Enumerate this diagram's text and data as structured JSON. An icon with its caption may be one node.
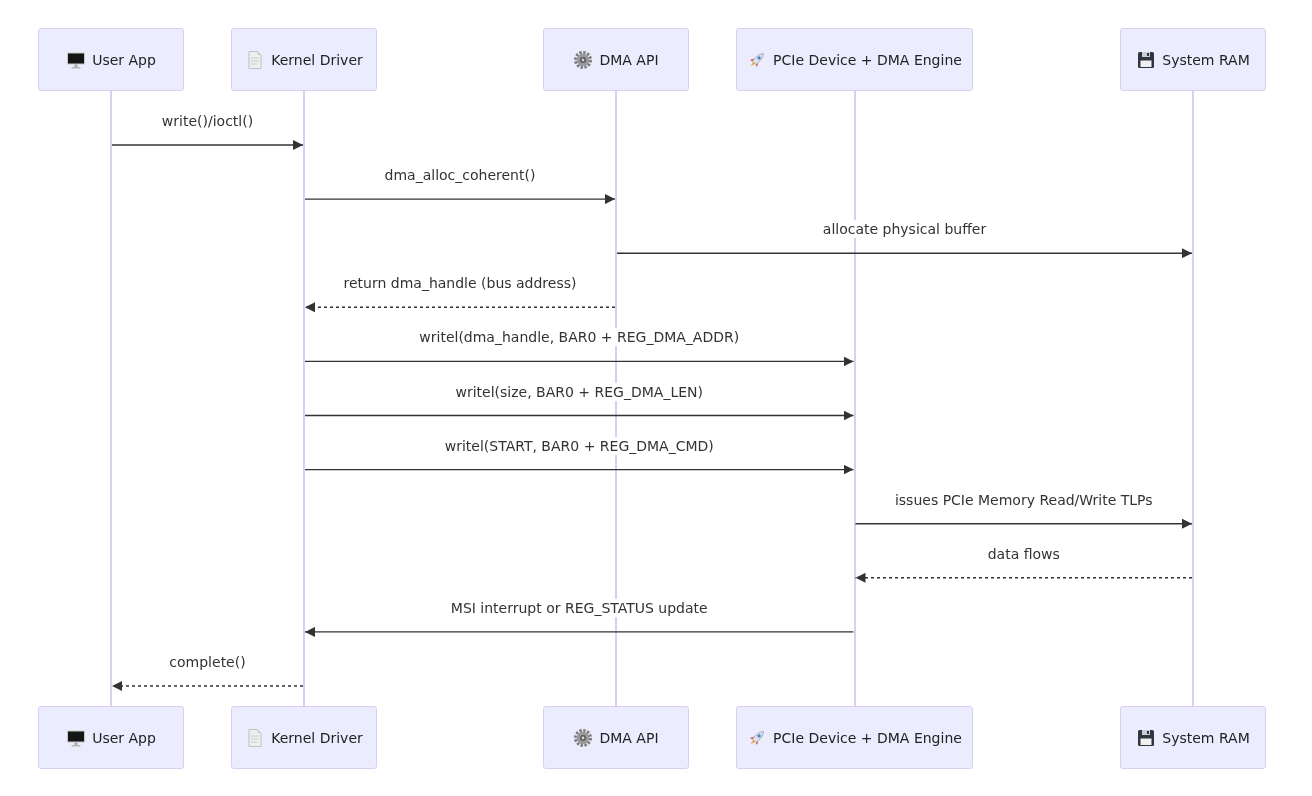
{
  "diagram": {
    "nodes": [
      {
        "text": [
          "User App"
        ]
      },
      {
        "text": [
          "Kernel Driver"
        ]
      },
      {
        "text": [
          "DMA API"
        ]
      },
      {
        "text": [
          "PCIe Device + DMA Engine"
        ]
      },
      {
        "text": [
          "System RAM"
        ]
      },
      {
        "text": [],
        "shape": "bar"
      },
      {
        "text": [],
        "shape": "bar"
      },
      {
        "text": [],
        "shape": "bar"
      },
      {
        "text": [],
        "shape": "bar"
      },
      {
        "text": [],
        "shape": "bar"
      },
      {
        "text": [
          "User App"
        ]
      },
      {
        "text": [
          "Kernel Driver"
        ]
      },
      {
        "text": [
          "DMA API"
        ]
      },
      {
        "text": [
          "PCIe Device + DMA Engine"
        ]
      },
      {
        "text": [
          "System RAM"
        ]
      }
    ],
    "edges": [
      {
        "from": 5,
        "to": 6,
        "arrow": "to",
        "label": "write()/ioctl()"
      },
      {
        "from": 6,
        "to": 7,
        "arrow": "to",
        "label": "dma_alloc_coherent()"
      },
      {
        "from": 7,
        "to": 9,
        "arrow": "to",
        "label": "allocate physical buffer"
      },
      {
        "from": 7,
        "to": 6,
        "arrow": "to",
        "label": "return dma_handle (bus address)",
        "style": "dashed"
      },
      {
        "from": 6,
        "to": 8,
        "arrow": "to",
        "label": "writel(dma_handle, BAR0 + REG_DMA_ADDR)"
      },
      {
        "from": 6,
        "to": 8,
        "arrow": "to",
        "label": "writel(size, BAR0 + REG_DMA_LEN)"
      },
      {
        "from": 6,
        "to": 8,
        "arrow": "to",
        "label": "writel(START, BAR0 + REG_DMA_CMD)"
      },
      {
        "from": 8,
        "to": 9,
        "arrow": "to",
        "label": "issues PCIe Memory Read/Write TLPs"
      },
      {
        "from": 9,
        "to": 8,
        "arrow": "to",
        "label": "data flows",
        "style": "dashed"
      },
      {
        "from": 8,
        "to": 6,
        "arrow": "to",
        "label": "MSI interrupt or REG_STATUS update"
      },
      {
        "from": 6,
        "to": 5,
        "arrow": "to",
        "label": "complete()",
        "style": "dashed"
      }
    ]
  }
}
